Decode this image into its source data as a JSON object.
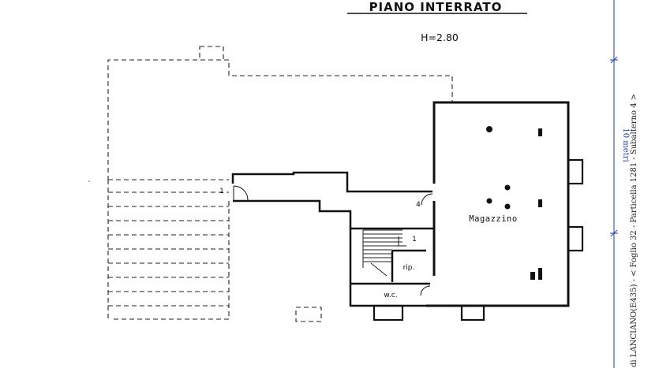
{
  "drawing": {
    "title": "PIANO INTERRATO",
    "height_label": "H=2.80",
    "room_main": "Magazzino",
    "room_wc": "w.c.",
    "room_rip": "rip.",
    "marker_left": "1",
    "marker_door": "4",
    "marker_stair": "1"
  },
  "scale_bar": {
    "label": "10 metri",
    "color": "#1f3fae"
  },
  "side_caption": "di LANCIANO(E435) - < Foglio 32 - Particella 1281 - Subalterno 4 >"
}
